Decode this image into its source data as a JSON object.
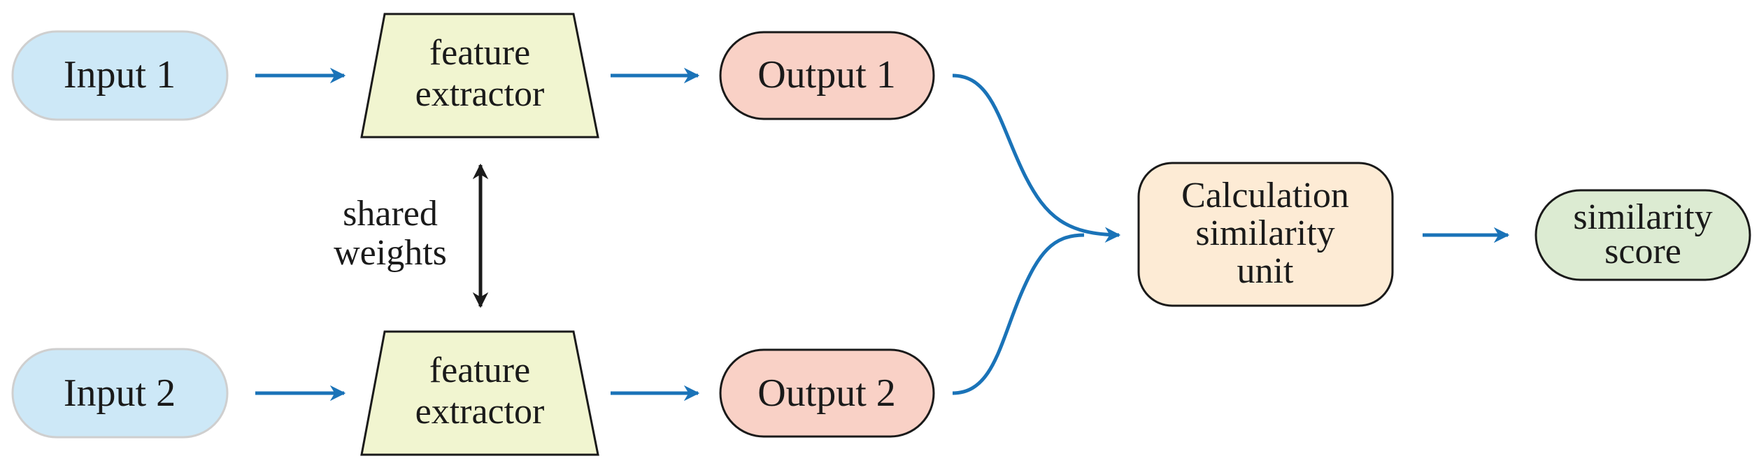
{
  "inputs": {
    "input1": "Input 1",
    "input2": "Input 2"
  },
  "extractor": {
    "line1": "feature",
    "line2": "extractor"
  },
  "outputs": {
    "output1": "Output 1",
    "output2": "Output 2"
  },
  "shared": {
    "line1": "shared",
    "line2": "weights"
  },
  "calc_unit": {
    "line1": "Calculation",
    "line2": "similarity",
    "line3": "unit"
  },
  "score": {
    "line1": "similarity",
    "line2": "score"
  },
  "colors": {
    "input_fill": "#cde8f7",
    "extractor_fill": "#f1f5d0",
    "output_fill": "#f9d1c6",
    "calc_fill": "#fdebd5",
    "score_fill": "#dcebd2",
    "arrow_blue": "#1a73b8",
    "arrow_black": "#1a1a1a"
  }
}
